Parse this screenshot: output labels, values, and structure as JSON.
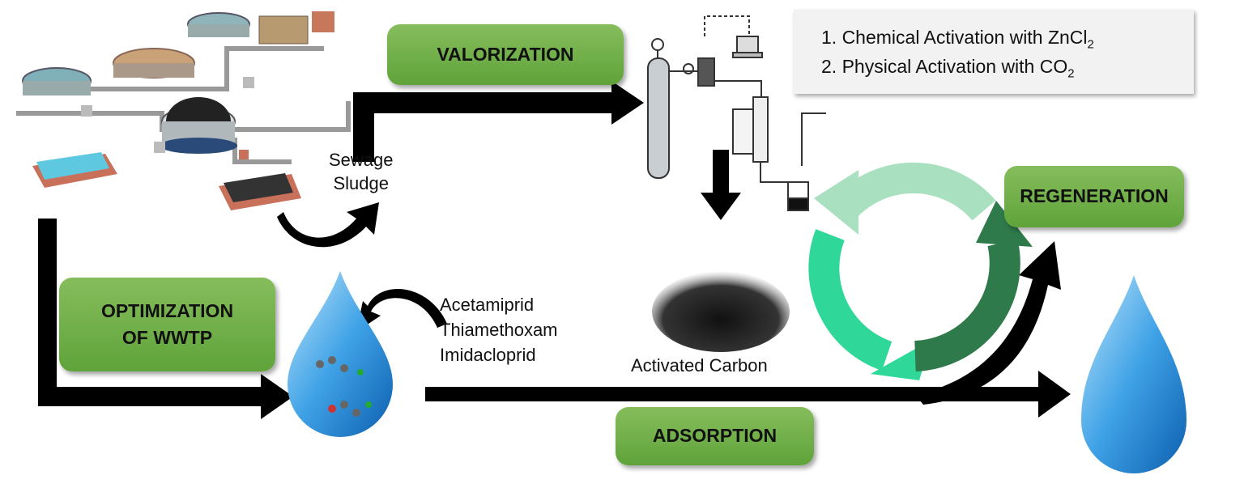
{
  "labels": {
    "valorization": "VALORIZATION",
    "regeneration": "REGENERATION",
    "optimization_line1": "OPTIMIZATION",
    "optimization_line2": "OF WWTP",
    "adsorption": "ADSORPTION"
  },
  "sewage_sludge": {
    "line1": "Sewage",
    "line2": "Sludge"
  },
  "pollutants": [
    "Acetamiprid",
    "Thiamethoxam",
    "Imidacloprid"
  ],
  "activated_carbon": "Activated Carbon",
  "activation_steps": {
    "step1_text": "1. Chemical Activation with ZnCl",
    "step1_sub": "2",
    "step2_text": "2. Physical Activation with CO",
    "step2_sub": "2"
  },
  "colors": {
    "green_box": "#6fb046",
    "cycle_light": "#a8e0c0",
    "cycle_mid": "#2fd898",
    "cycle_dark": "#2f7a4a",
    "drop": "#3a9be0"
  }
}
